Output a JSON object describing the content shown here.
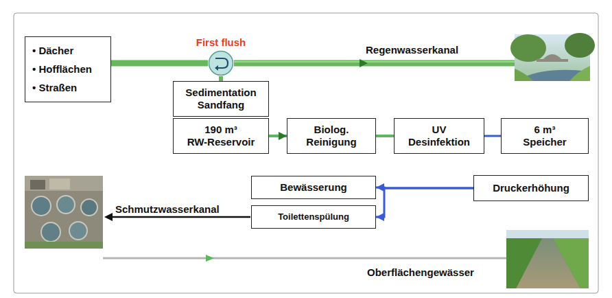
{
  "diagram": {
    "nodes": [
      {
        "text": [
          "• Dächer",
          "• Hofflächen",
          "• Straßen"
        ]
      },
      {
        "text": [
          "First flush"
        ]
      },
      {
        "text": [
          "Sedimentation Sandfang"
        ]
      },
      {
        "text": [
          "190 m³ RW-Reservoir"
        ]
      },
      {
        "text": [
          "Biolog. Reinigung"
        ]
      },
      {
        "text": [
          "UV Desinfektion"
        ]
      },
      {
        "text": [
          "6 m³ Speicher"
        ]
      },
      {
        "text": [
          "Druckerhöhung"
        ]
      },
      {
        "text": [
          "Bewässerung"
        ]
      },
      {
        "text": [
          "Toilettenspülung"
        ]
      }
    ],
    "edges": [
      {
        "from": 0,
        "to": 1,
        "arrow": "none"
      },
      {
        "from": 1,
        "to": 2,
        "arrow": "none"
      },
      {
        "from": 3,
        "to": 4,
        "arrow": "to"
      },
      {
        "from": 4,
        "to": 5,
        "arrow": "none"
      },
      {
        "from": 5,
        "to": 6,
        "arrow": "none"
      },
      {
        "from": 7,
        "to": 8,
        "arrow": "to"
      },
      {
        "from": 7,
        "to": 9,
        "arrow": "to"
      }
    ],
    "labels": [
      "Regenwasserkanal",
      "Schmutzwasserkanal",
      "Oberflächengewässer"
    ]
  }
}
